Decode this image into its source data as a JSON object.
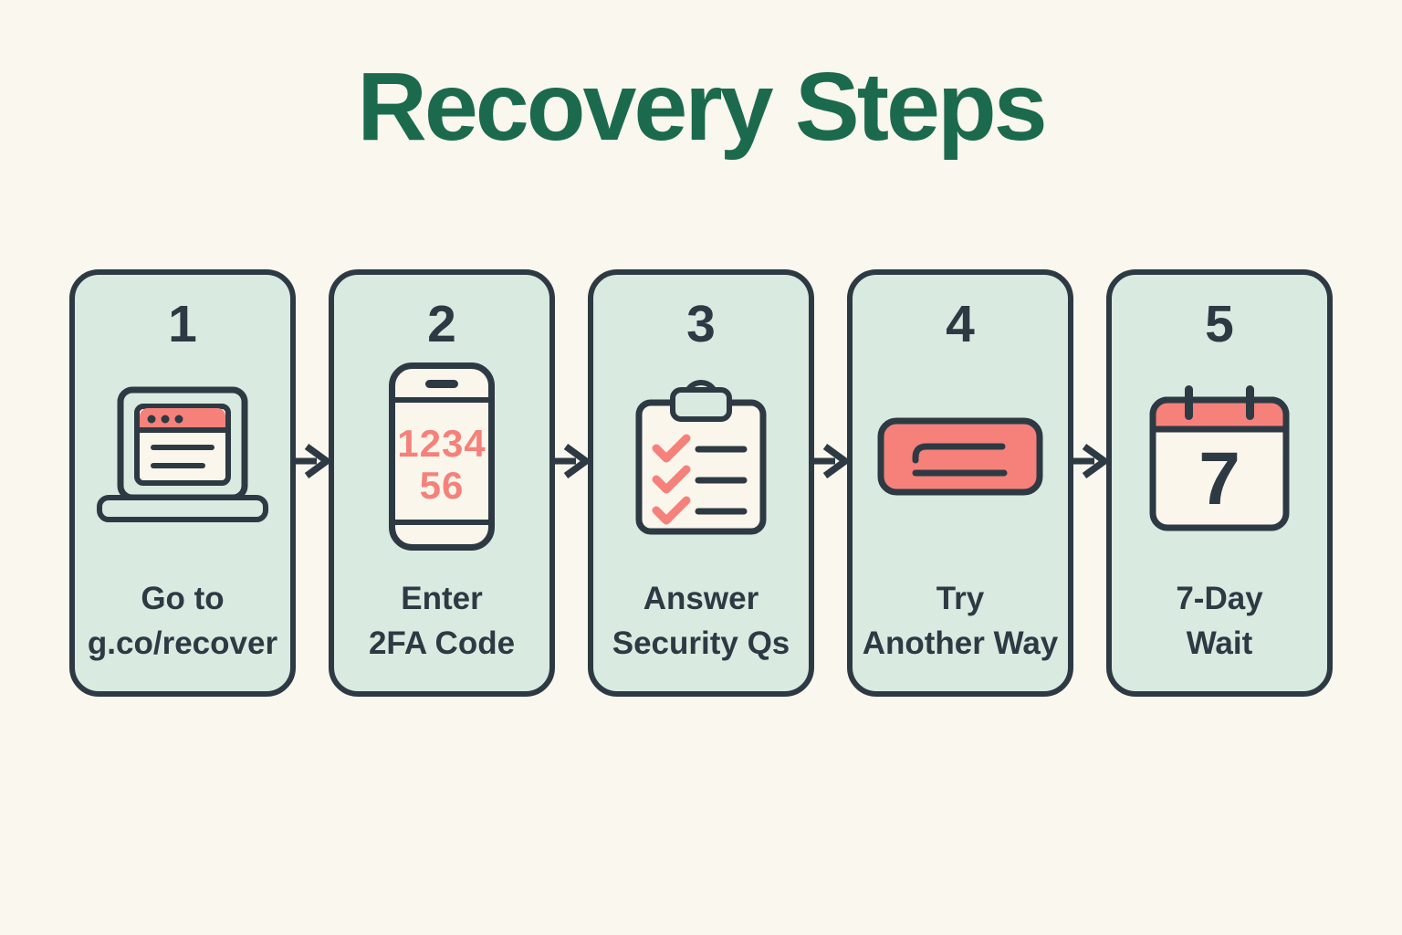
{
  "title": "Recovery Steps",
  "colors": {
    "page_background": "#faf7ee",
    "card_background": "#d9eae0",
    "outline_dark": "#2d3a43",
    "accent_coral": "#f5817a",
    "paper_white": "#faf6ec",
    "title_green": "#1c6a4e"
  },
  "steps": [
    {
      "number": "1",
      "icon": "laptop-browser-icon",
      "label_line1": "Go to",
      "label_line2": "g.co/recover"
    },
    {
      "number": "2",
      "icon": "phone-2fa-code-icon",
      "label_line1": "Enter",
      "label_line2": "2FA Code",
      "phone_code_line1": "1234",
      "phone_code_line2": "56"
    },
    {
      "number": "3",
      "icon": "security-checklist-icon",
      "label_line1": "Answer",
      "label_line2": "Security Qs"
    },
    {
      "number": "4",
      "icon": "alternate-method-button-icon",
      "label_line1": "Try",
      "label_line2": "Another Way"
    },
    {
      "number": "5",
      "icon": "wait-calendar-icon",
      "label_line1": "7-Day",
      "label_line2": "Wait",
      "calendar_day": "7"
    }
  ],
  "connector": {
    "icon": "arrow-right-icon",
    "count": 4
  }
}
